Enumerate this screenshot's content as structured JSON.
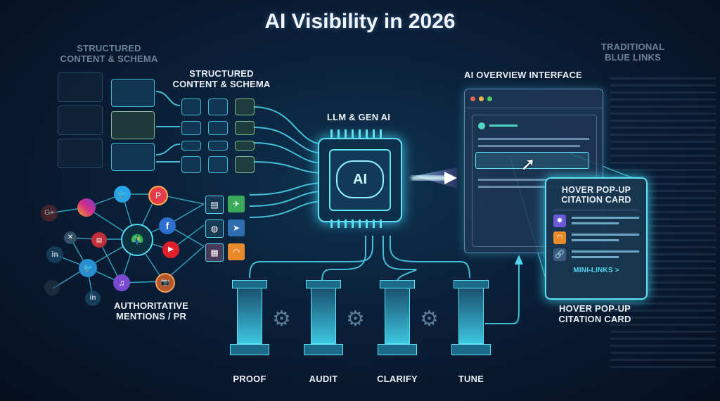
{
  "title": "AI Visibility in 2026",
  "left": {
    "structured_faded_label": [
      "STRUCTURED",
      "CONTENT & SCHEMA"
    ],
    "structured_label": [
      "STRUCTURED",
      "CONTENT & SCHEMA"
    ],
    "mentions_label": [
      "AUTHORITATIVE",
      "MENTIONS / PR"
    ],
    "social_icons": [
      "google-plus",
      "instagram",
      "twitter",
      "pinterest",
      "x",
      "news",
      "facebook",
      "youtube",
      "linkedin",
      "twitter",
      "music",
      "camera",
      "linkedin",
      "reddit",
      "peacock-hub"
    ],
    "source_tiles": [
      "document",
      "plane",
      "globe",
      "send",
      "table",
      "rss"
    ]
  },
  "center": {
    "chip_label": "LLM & GEN AI",
    "chip_text": "AI"
  },
  "pillars": [
    {
      "label": "PROOF"
    },
    {
      "label": "AUDIT"
    },
    {
      "label": "CLARIFY"
    },
    {
      "label": "TUNE"
    }
  ],
  "right": {
    "overview_label": "AI OVERVIEW INTERFACE",
    "traditional_label": [
      "TRADITIONAL",
      "BLUE LINKS"
    ],
    "popup": {
      "title": [
        "HOVER POP-UP",
        "CITATION CARD"
      ],
      "link": "MINI-LINKS >"
    },
    "popup_caption": [
      "HOVER POP-UP",
      "CITATION CARD"
    ]
  },
  "colors": {
    "accent": "#4fd8f0",
    "background": "#0a1f38",
    "window_dots": [
      "#e0605a",
      "#e8b24a",
      "#4fc864"
    ]
  }
}
